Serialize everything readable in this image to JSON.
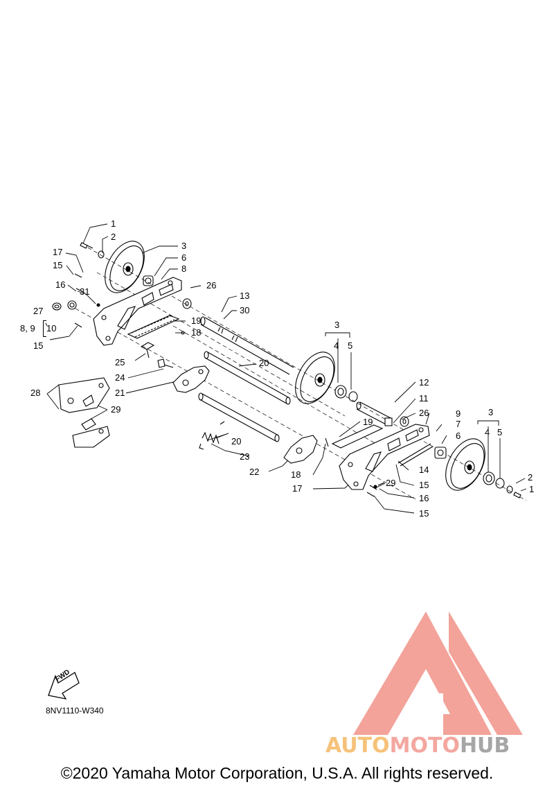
{
  "diagram": {
    "code": "8NV1110-W340",
    "fwd_label": "FWD",
    "copyright": "©2020 Yamaha Motor Corporation, U.S.A. All rights reserved.",
    "watermark": {
      "part1": "AUTO",
      "part2": "MOTO",
      "part3": "HUB",
      "colors": {
        "auto": "#f6c27a",
        "moto": "#f3a79f",
        "hub": "#a6a6a6",
        "logo": "#f29a90"
      }
    },
    "callouts": [
      {
        "id": "c1a",
        "text": "1"
      },
      {
        "id": "c2a",
        "text": "2"
      },
      {
        "id": "c3a",
        "text": "3"
      },
      {
        "id": "c6a",
        "text": "6"
      },
      {
        "id": "c8a",
        "text": "8"
      },
      {
        "id": "c17a",
        "text": "17"
      },
      {
        "id": "c15a",
        "text": "15"
      },
      {
        "id": "c16a",
        "text": "16"
      },
      {
        "id": "c31",
        "text": "31"
      },
      {
        "id": "c26a",
        "text": "26"
      },
      {
        "id": "c13",
        "text": "13"
      },
      {
        "id": "c30",
        "text": "30"
      },
      {
        "id": "c27",
        "text": "27"
      },
      {
        "id": "c89",
        "text": "8, 9"
      },
      {
        "id": "c10",
        "text": "10"
      },
      {
        "id": "c15b",
        "text": "15"
      },
      {
        "id": "c19a",
        "text": "19"
      },
      {
        "id": "c18a",
        "text": "18"
      },
      {
        "id": "c3b",
        "text": "3"
      },
      {
        "id": "c4b",
        "text": "4"
      },
      {
        "id": "c5b",
        "text": "5"
      },
      {
        "id": "c25",
        "text": "25"
      },
      {
        "id": "c20a",
        "text": "20"
      },
      {
        "id": "c24",
        "text": "24"
      },
      {
        "id": "c21",
        "text": "21"
      },
      {
        "id": "c12",
        "text": "12"
      },
      {
        "id": "c28",
        "text": "28"
      },
      {
        "id": "c11",
        "text": "11"
      },
      {
        "id": "c29a",
        "text": "29"
      },
      {
        "id": "c26b",
        "text": "26"
      },
      {
        "id": "c9",
        "text": "9"
      },
      {
        "id": "c7",
        "text": "7"
      },
      {
        "id": "c3c",
        "text": "3"
      },
      {
        "id": "c19b",
        "text": "19"
      },
      {
        "id": "c4c",
        "text": "4"
      },
      {
        "id": "c5c",
        "text": "5"
      },
      {
        "id": "c6b",
        "text": "6"
      },
      {
        "id": "c20b",
        "text": "20"
      },
      {
        "id": "c23",
        "text": "23"
      },
      {
        "id": "c14",
        "text": "14"
      },
      {
        "id": "c22",
        "text": "22"
      },
      {
        "id": "c18b",
        "text": "18"
      },
      {
        "id": "c2c",
        "text": "2"
      },
      {
        "id": "c29b",
        "text": "29"
      },
      {
        "id": "c15c",
        "text": "15"
      },
      {
        "id": "c1c",
        "text": "1"
      },
      {
        "id": "c17b",
        "text": "17"
      },
      {
        "id": "c16b",
        "text": "16"
      },
      {
        "id": "c15d",
        "text": "15"
      }
    ]
  }
}
